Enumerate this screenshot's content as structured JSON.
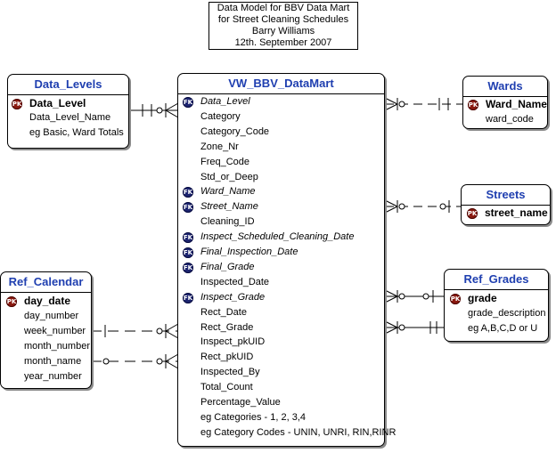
{
  "title_lines": [
    "Data Model for BBV Data Mart",
    "for Street Cleaning Schedules",
    "Barry Williams",
    "12th. September 2007"
  ],
  "key_labels": {
    "pk": "PK",
    "fk": "FK"
  },
  "entities": {
    "data_levels": {
      "name": "Data_Levels",
      "attributes": [
        {
          "text": "Data_Level",
          "key": "pk"
        },
        {
          "text": "Data_Level_Name",
          "key": ""
        },
        {
          "text": "eg Basic, Ward Totals",
          "key": ""
        }
      ]
    },
    "datamart": {
      "name": "VW_BBV_DataMart",
      "attributes": [
        {
          "text": "Data_Level",
          "key": "fk"
        },
        {
          "text": "Category",
          "key": ""
        },
        {
          "text": "Category_Code",
          "key": ""
        },
        {
          "text": "Zone_Nr",
          "key": ""
        },
        {
          "text": "Freq_Code",
          "key": ""
        },
        {
          "text": "Std_or_Deep",
          "key": ""
        },
        {
          "text": "Ward_Name",
          "key": "fk"
        },
        {
          "text": "Street_Name",
          "key": "fk"
        },
        {
          "text": "Cleaning_ID",
          "key": ""
        },
        {
          "text": "Inspect_Scheduled_Cleaning_Date",
          "key": "fk"
        },
        {
          "text": "Final_Inspection_Date",
          "key": "fk"
        },
        {
          "text": "Final_Grade",
          "key": "fk"
        },
        {
          "text": "Inspected_Date",
          "key": ""
        },
        {
          "text": "Inspect_Grade",
          "key": "fk"
        },
        {
          "text": "Rect_Date",
          "key": ""
        },
        {
          "text": "Rect_Grade",
          "key": ""
        },
        {
          "text": "Inspect_pkUID",
          "key": ""
        },
        {
          "text": "Rect_pkUID",
          "key": ""
        },
        {
          "text": "Inspected_By",
          "key": ""
        },
        {
          "text": "Total_Count",
          "key": ""
        },
        {
          "text": "Percentage_Value",
          "key": ""
        },
        {
          "text": "eg Categories - 1, 2, 3,4",
          "key": ""
        },
        {
          "text": "eg Category Codes - UNIN, UNRI, RIN,RINR",
          "key": ""
        }
      ]
    },
    "wards": {
      "name": "Wards",
      "attributes": [
        {
          "text": "Ward_Name",
          "key": "pk"
        },
        {
          "text": "ward_code",
          "key": ""
        }
      ]
    },
    "streets": {
      "name": "Streets",
      "attributes": [
        {
          "text": "street_name",
          "key": "pk"
        }
      ]
    },
    "ref_calendar": {
      "name": "Ref_Calendar",
      "attributes": [
        {
          "text": "day_date",
          "key": "pk"
        },
        {
          "text": "day_number",
          "key": ""
        },
        {
          "text": "week_number",
          "key": ""
        },
        {
          "text": "month_number",
          "key": ""
        },
        {
          "text": "month_name",
          "key": ""
        },
        {
          "text": "year_number",
          "key": ""
        }
      ]
    },
    "ref_grades": {
      "name": "Ref_Grades",
      "attributes": [
        {
          "text": "grade",
          "key": "pk"
        },
        {
          "text": "grade_description",
          "key": ""
        },
        {
          "text": "eg A,B,C,D or U",
          "key": ""
        }
      ]
    }
  }
}
